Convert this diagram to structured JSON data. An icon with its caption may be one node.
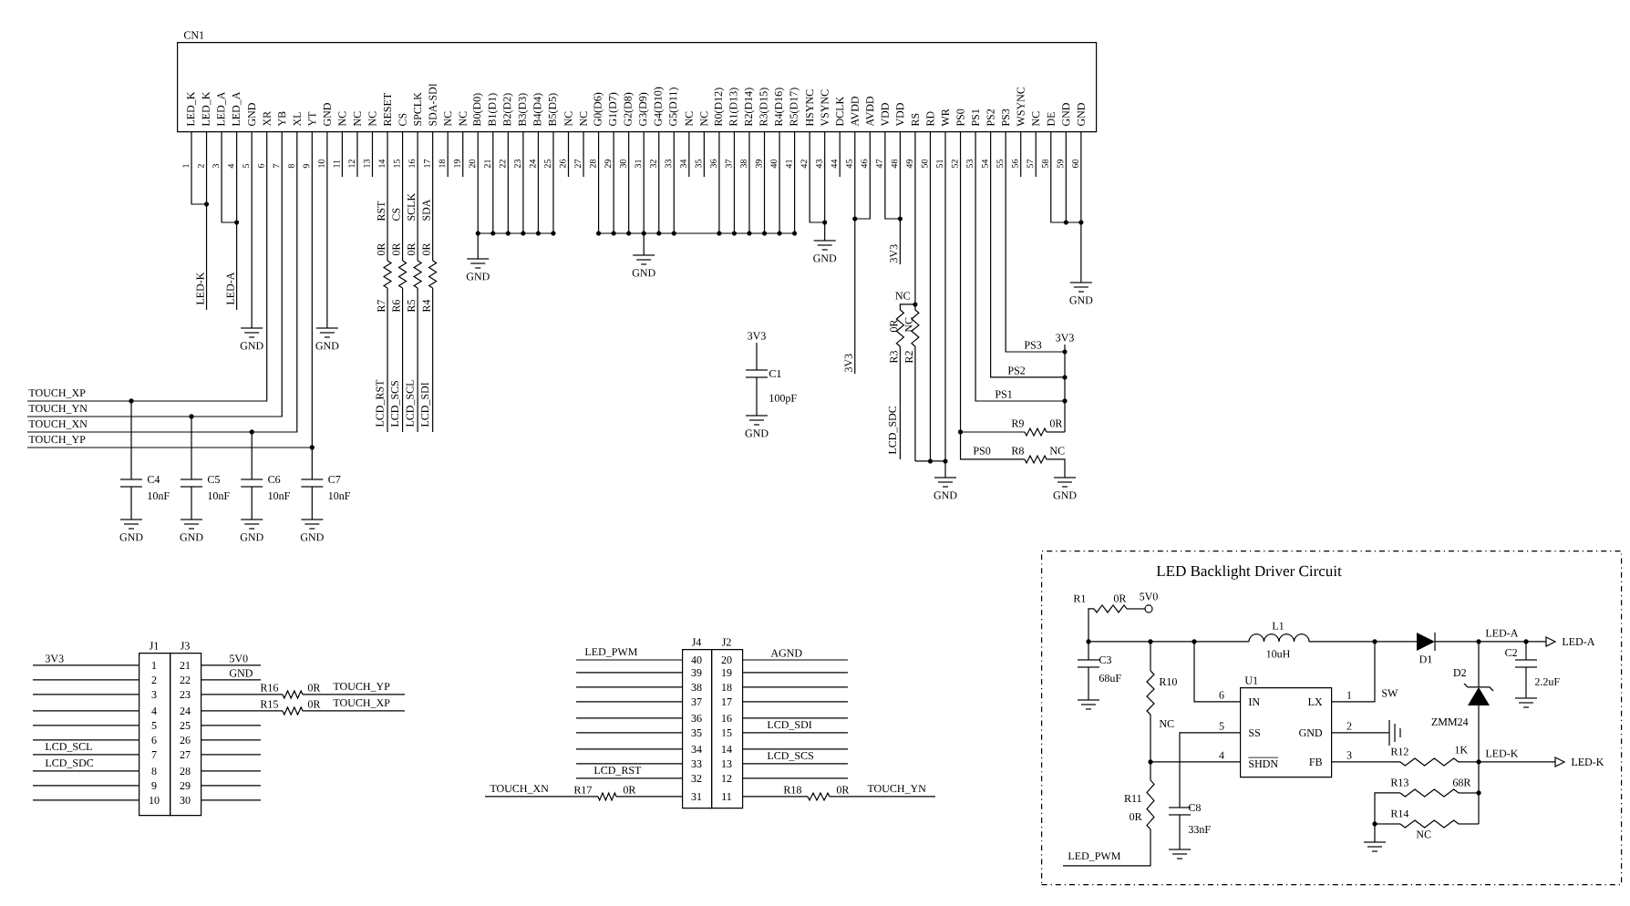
{
  "diagram": {
    "nodes": [
      {
        "text": [
          "CN1",
          "LED_K",
          "LED_K",
          "LED_A",
          "LED_A",
          "GND",
          "XR",
          "YB",
          "XL",
          "YT",
          "GND",
          "NC",
          "NC",
          "NC",
          "RESET",
          "CS",
          "SPCLK",
          "SDA-SDI",
          "NC",
          "NC",
          "B0(D0)",
          "B1(D1)",
          "B2(D2)",
          "B3(D3)",
          "B4(D4)",
          "B5(D5)",
          "NC",
          "NC",
          "G0(D6)",
          "G1(D7)",
          "G2(D8)",
          "G3(D9)",
          "G4(D10)",
          "G5(D11)",
          "NC",
          "NC",
          "R0(D12)",
          "R1(D13)",
          "R2(D14)",
          "R3(D15)",
          "R4(D16)",
          "R5(D17)",
          "HSYNC",
          "VSYNC",
          "DCLK",
          "AVDD",
          "AVDD",
          "VDD",
          "VDD",
          "RS",
          "RD",
          "WR",
          "PS0",
          "PS1",
          "PS2",
          "PS3",
          "WSYNC",
          "NC",
          "DE",
          "GND",
          "GND"
        ]
      },
      {
        "text": [
          "J1",
          "1",
          "2",
          "3",
          "4",
          "5",
          "6",
          "7",
          "8",
          "9",
          "10"
        ]
      },
      {
        "text": [
          "J3",
          "21",
          "22",
          "23",
          "24",
          "25",
          "26",
          "27",
          "28",
          "29",
          "30"
        ]
      },
      {
        "text": [
          "J4",
          "40",
          "39",
          "38",
          "37",
          "36",
          "35",
          "34",
          "33",
          "32",
          "31"
        ]
      },
      {
        "text": [
          "J2",
          "20",
          "19",
          "18",
          "17",
          "16",
          "15",
          "14",
          "13",
          "12",
          "11"
        ]
      },
      {
        "text": [
          "LED Backlight Driver Circuit"
        ]
      },
      {
        "text": [
          "U1",
          "IN",
          "LX",
          "SS",
          "GND",
          "SHDN",
          "FB"
        ],
        "in": 5
      }
    ],
    "labels": [
      "1",
      "2",
      "3",
      "4",
      "5",
      "6",
      "7",
      "8",
      "9",
      "10",
      "11",
      "12",
      "13",
      "14",
      "15",
      "16",
      "17",
      "18",
      "19",
      "20",
      "21",
      "22",
      "23",
      "24",
      "25",
      "26",
      "27",
      "28",
      "29",
      "30",
      "31",
      "32",
      "33",
      "34",
      "35",
      "36",
      "37",
      "38",
      "39",
      "40",
      "41",
      "42",
      "43",
      "44",
      "45",
      "46",
      "47",
      "48",
      "49",
      "50",
      "51",
      "52",
      "53",
      "54",
      "55",
      "56",
      "57",
      "58",
      "59",
      "60",
      "LED-K",
      "LED-A",
      "GND",
      "GND",
      "RST",
      "CS",
      "SCLK",
      "SDA",
      "0R",
      "0R",
      "0R",
      "0R",
      "R7",
      "R6",
      "R5",
      "R4",
      "LCD_RST",
      "LCD_SCS",
      "LCD_SCL",
      "LCD_SDI",
      "GND",
      "GND",
      "GND",
      "3V3",
      "3V3",
      "NC",
      "0R",
      "NC",
      "R3",
      "R2",
      "LCD_SDC",
      "3V3",
      "C1",
      "100pF",
      "GND",
      "PS3",
      "PS2",
      "PS1",
      "3V3",
      "R9",
      "0R",
      "PS0",
      "R8",
      "NC",
      "GND",
      "GND",
      "GND",
      "TOUCH_XP",
      "TOUCH_YN",
      "TOUCH_XN",
      "TOUCH_YP",
      "C4",
      "10nF",
      "C5",
      "10nF",
      "C6",
      "10nF",
      "C7",
      "10nF",
      "GND",
      "GND",
      "GND",
      "GND",
      "3V3",
      "LCD_SCL",
      "LCD_SDC",
      "5V0",
      "GND",
      "R16",
      "0R",
      "TOUCH_YP",
      "R15",
      "0R",
      "TOUCH_XP",
      "LED_PWM",
      "LCD_RST",
      "TOUCH_XN",
      "R17",
      "0R",
      "AGND",
      "LCD_SDI",
      "LCD_SCS",
      "R18",
      "0R",
      "TOUCH_YN",
      "R1",
      "0R",
      "5V0",
      "L1",
      "10uH",
      "D1",
      "LED-A",
      "LED-A",
      "C3",
      "68uF",
      "R10",
      "NC",
      "C2",
      "2.2uF",
      "D2",
      "ZMM24",
      "6",
      "5",
      "4",
      "1",
      "2",
      "3",
      "SW",
      "R12",
      "1K",
      "LED-K",
      "LED-K",
      "R13",
      "68R",
      "R14",
      "NC",
      "R11",
      "0R",
      "C8",
      "33nF",
      "LED_PWM"
    ]
  }
}
